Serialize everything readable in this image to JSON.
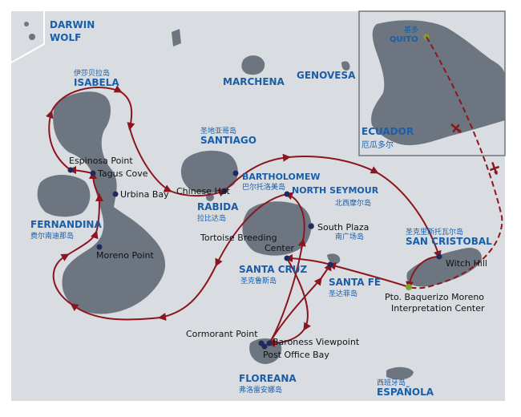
{
  "colors": {
    "sea": "#d9dde1",
    "land": "#6d7680",
    "route": "#8c1620",
    "island_label": "#1a5ea8",
    "inset_border": "#6d7680"
  },
  "islands": {
    "darwin": "DARWIN",
    "wolf": "WOLF",
    "isabela": "ISABELA",
    "isabela_cn": "伊莎贝拉岛",
    "marchena": "MARCHENA",
    "genovesa": "GENOVESA",
    "santiago": "SANTIAGO",
    "santiago_cn": "圣地亚哥岛",
    "rabida": "RABIDA",
    "rabida_cn": "拉比达岛",
    "fernandina": "FERNANDINA",
    "fernandina_cn": "费尔南迪那岛",
    "bartholomew": "BARTHOLOMEW",
    "bartholomew_cn": "巴尔托洛美岛",
    "north_seymour": "NORTH SEYMOUR",
    "north_seymour_cn": "北西摩尔岛",
    "san_cristobal": "SAN CRISTOBAL",
    "san_cristobal_cn": "圣克里斯托瓦尔岛",
    "santa_cruz": "SANTA CRUZ",
    "santa_cruz_cn": "圣克鲁斯岛",
    "santa_fe": "SANTA FE",
    "santa_fe_cn": "圣达菲岛",
    "floreana": "FLOREANA",
    "floreana_cn": "弗洛雷安娜岛",
    "espanola": "ESPAÑOLA",
    "espanola_cn": "西班牙岛",
    "south_plaza_cn": "南广场岛"
  },
  "sites": {
    "espinosa_point": "Espinosa Point",
    "tagus_cove": "Tagus Cove",
    "urbina_bay": "Urbina Bay",
    "chinese_hat": "Chinese Hat",
    "moreno_point": "Moreno Point",
    "south_plaza": "South Plaza",
    "tortoise_breeding_center": "Tortoise Breeding Center",
    "witch_hill": "Witch Hill",
    "pto_baquerizo": "Pto. Baquerizo Moreno",
    "interpretation_center": "Interpretation Center",
    "cormorant_point": "Cormorant Point",
    "baroness_viewpoint": "Baroness Viewpoint",
    "post_office_bay": "Post Office Bay"
  },
  "inset": {
    "country": "ECUADOR",
    "country_cn": "厄瓜多尔",
    "city": "QUITO",
    "city_cn": "基多"
  }
}
